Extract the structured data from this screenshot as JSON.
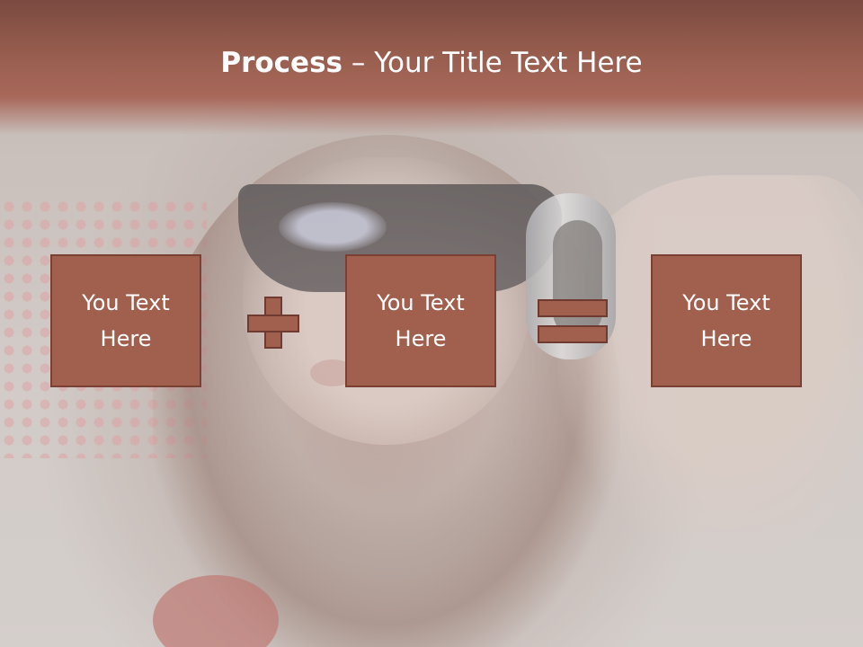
{
  "slide": {
    "title_bold": "Process",
    "title_rest": " – Your Title Text Here"
  },
  "boxes": [
    {
      "text": "You Text Here"
    },
    {
      "text": "You Text Here"
    },
    {
      "text": "You Text Here"
    }
  ],
  "colors": {
    "accent": "#a15f4e",
    "accent_border": "#7a4033",
    "title_band": "#9a5f50",
    "text": "#ffffff"
  },
  "operators": [
    "plus-icon",
    "equals-icon"
  ]
}
